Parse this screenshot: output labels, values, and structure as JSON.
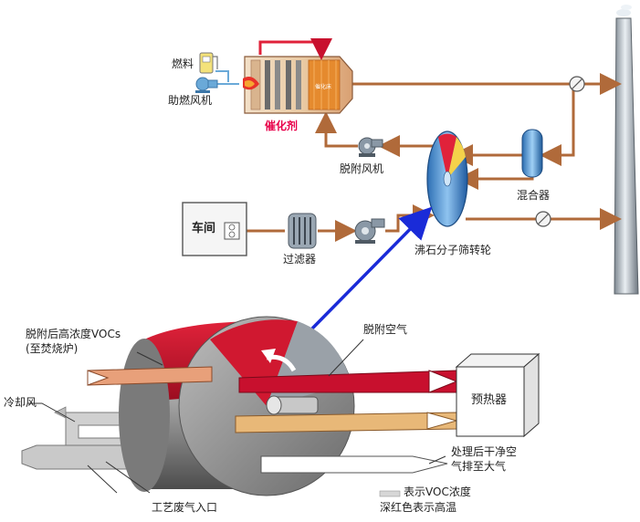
{
  "top_diagram": {
    "fuel_label": "燃料",
    "booster_fan_label": "助燃风机",
    "catalyst_label": "催化剂",
    "catalyst_bed_label": "催化床",
    "desorption_fan_label": "脱附风机",
    "mixer_label": "混合器",
    "workshop_label": "车间",
    "filter_label": "过滤器",
    "zeolite_wheel_label": "沸石分子筛转轮"
  },
  "bottom_diagram": {
    "high_conc_voc_label": "脱附后高浓度VOCs",
    "to_incinerator_label": "(至焚烧炉)",
    "desorption_air_label": "脱附空气",
    "cooling_air_label": "冷却风",
    "preheater_label": "预热器",
    "clean_air_line1": "处理后干净空",
    "clean_air_line2": "气排至大气",
    "process_gas_inlet_label": "工艺废气入口",
    "legend_voc_label": "表示VOC浓度",
    "legend_red_label": "深红色表示高温"
  },
  "colors": {
    "duct_brown": "#b06a3a",
    "hot_red": "#c8102e",
    "link_arrow_blue": "#1a2bd8",
    "catalyst_text": "#e8004a"
  }
}
